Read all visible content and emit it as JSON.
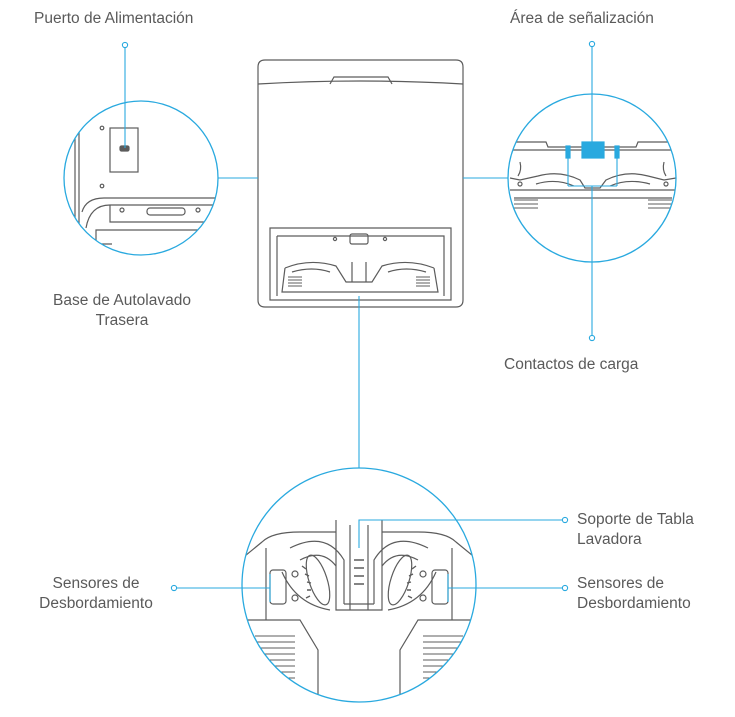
{
  "colors": {
    "accent": "#29a9df",
    "outline": "#5c5c5c",
    "label": "#5a5a5a"
  },
  "labels": {
    "power_port": "Puerto de Alimentación",
    "signal_area": "Área de señalización",
    "rear_base_line1": "Base de Autolavado",
    "rear_base_line2": "Trasera",
    "charging_contacts": "Contactos de carga",
    "mop_holder_line1": "Soporte de Tabla",
    "mop_holder_line2": "Lavadora",
    "overflow_left_line1": "Sensores de",
    "overflow_left_line2": "Desbordamiento",
    "overflow_right_line1": "Sensores de",
    "overflow_right_line2": "Desbordamiento"
  }
}
